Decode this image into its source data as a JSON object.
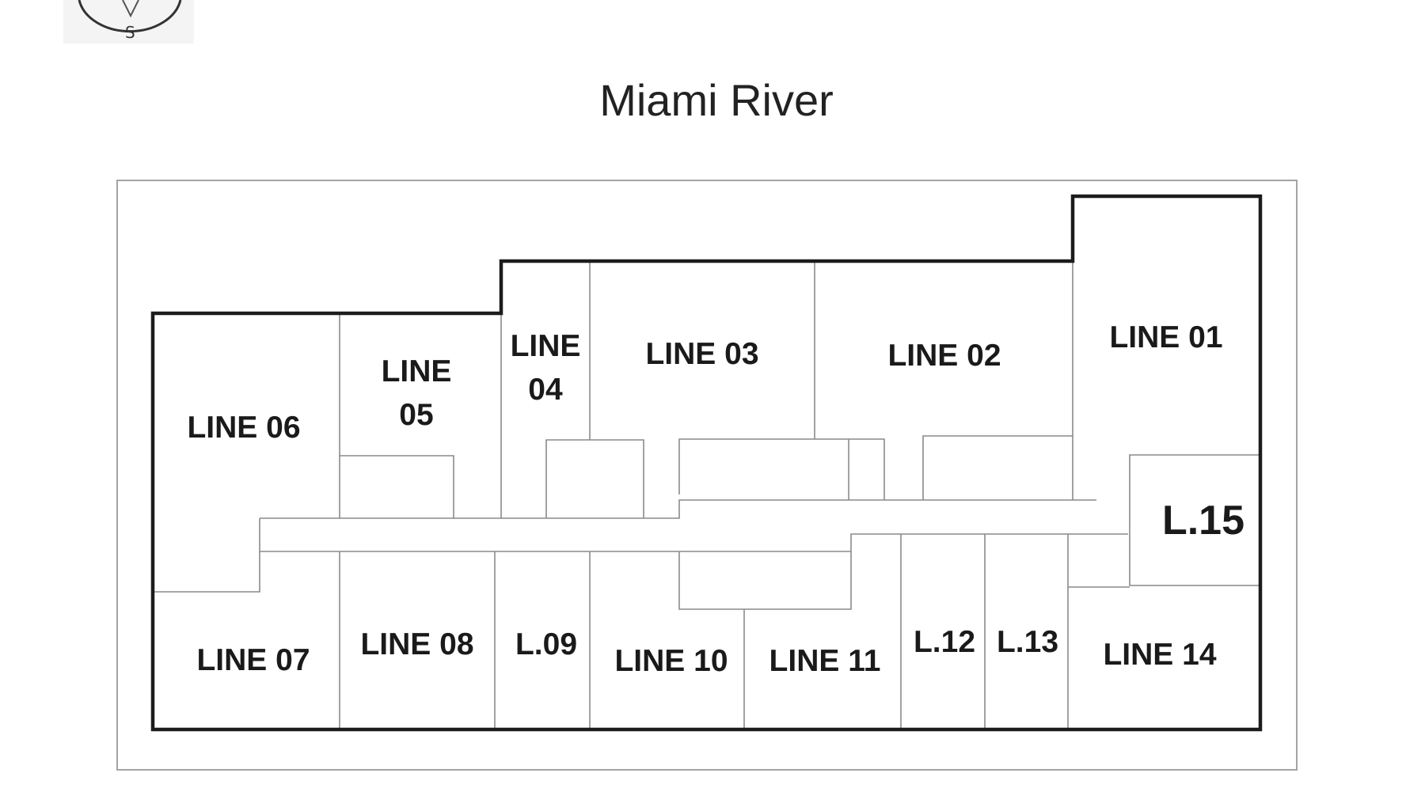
{
  "title": "Miami River",
  "compass": {
    "south_label": "S"
  },
  "units": {
    "line01": "LINE 01",
    "line02": "LINE 02",
    "line03": "LINE 03",
    "line04_a": "LINE",
    "line04_b": "04",
    "line05_a": "LINE",
    "line05_b": "05",
    "line06": "LINE 06",
    "line07": "LINE 07",
    "line08": "LINE 08",
    "line09": "L.09",
    "line10": "LINE 10",
    "line11": "LINE 11",
    "line12": "L.12",
    "line13": "L.13",
    "line14": "LINE 14",
    "line15": "L.15"
  }
}
